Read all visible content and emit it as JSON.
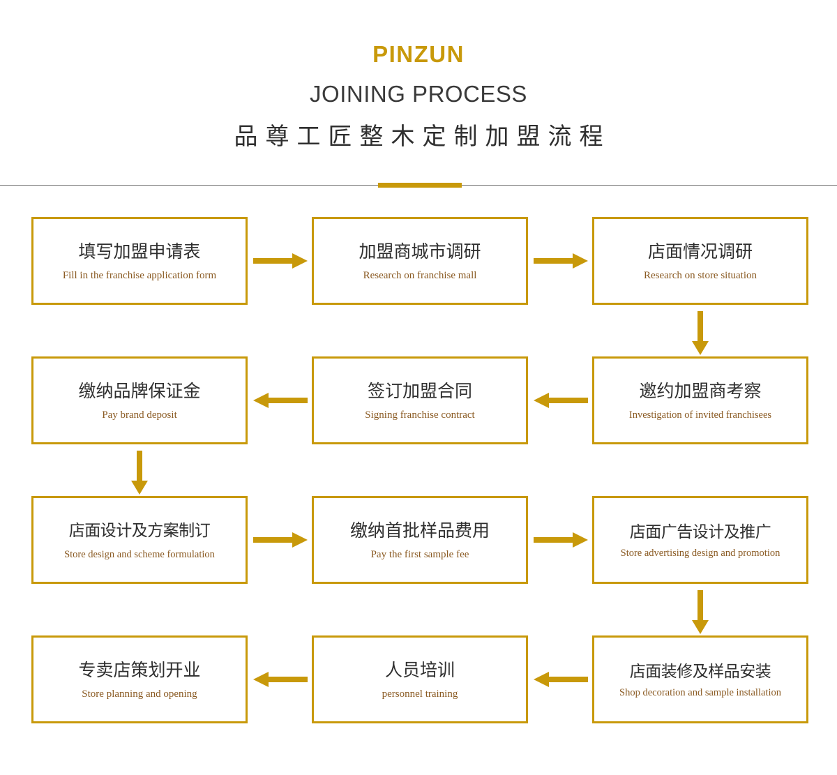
{
  "header": {
    "brand_en": "PINZUN",
    "subtitle_en": "JOINING PROCESS",
    "title_cn": "品尊工匠整木定制加盟流程",
    "accent_color": "#c8990a",
    "divider_color": "#6f6f6f"
  },
  "colors": {
    "gold": "#c8990a",
    "title_dark": "#2f2f2f",
    "english_brown": "#8a5a22"
  },
  "flow": {
    "rows": [
      {
        "nodes": [
          {
            "cn": "填写加盟申请表",
            "en": "Fill in the franchise application form"
          },
          {
            "cn": "加盟商城市调研",
            "en": "Research on franchise mall"
          },
          {
            "cn": "店面情况调研",
            "en": "Research on store situation"
          }
        ],
        "h_arrows": [
          "right",
          "right"
        ],
        "down_arrow": "col2"
      },
      {
        "nodes": [
          {
            "cn": "缴纳品牌保证金",
            "en": "Pay brand deposit"
          },
          {
            "cn": "签订加盟合同",
            "en": "Signing franchise contract"
          },
          {
            "cn": "邀约加盟商考察",
            "en": "Investigation of invited franchisees"
          }
        ],
        "h_arrows": [
          "left",
          "left"
        ],
        "down_arrow": "col0"
      },
      {
        "nodes": [
          {
            "cn": "店面设计及方案制订",
            "en": "Store design and scheme formulation"
          },
          {
            "cn": "缴纳首批样品费用",
            "en": "Pay the first sample fee"
          },
          {
            "cn": "店面广告设计及推广",
            "en": "Store advertising design and promotion"
          }
        ],
        "h_arrows": [
          "right",
          "right"
        ],
        "down_arrow": "col2"
      },
      {
        "nodes": [
          {
            "cn": "专卖店策划开业",
            "en": "Store planning and opening"
          },
          {
            "cn": "人员培训",
            "en": "personnel training"
          },
          {
            "cn": "店面装修及样品安装",
            "en": "Shop decoration and sample installation"
          }
        ],
        "h_arrows": [
          "left",
          "left"
        ],
        "down_arrow": null
      }
    ]
  }
}
